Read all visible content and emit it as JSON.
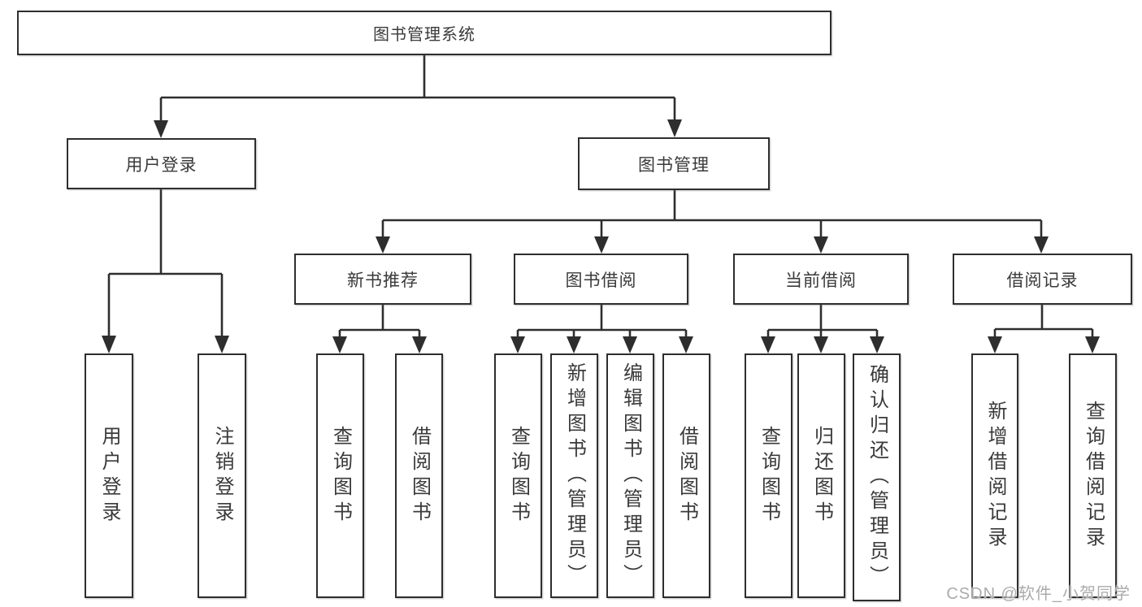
{
  "tree": {
    "label": "图书管理系统",
    "children": [
      {
        "label": "用户登录",
        "children": [
          {
            "label": "用户登录"
          },
          {
            "label": "注销登录"
          }
        ]
      },
      {
        "label": "图书管理",
        "children": [
          {
            "label": "新书推荐",
            "children": [
              {
                "label": "查询图书"
              },
              {
                "label": "借阅图书"
              }
            ]
          },
          {
            "label": "图书借阅",
            "children": [
              {
                "label": "查询图书"
              },
              {
                "label": "新增图书（管理员）"
              },
              {
                "label": "编辑图书（管理员）"
              },
              {
                "label": "借阅图书"
              }
            ]
          },
          {
            "label": "当前借阅",
            "children": [
              {
                "label": "查询图书"
              },
              {
                "label": "归还图书"
              },
              {
                "label": "确认归还（管理员）"
              }
            ]
          },
          {
            "label": "借阅记录",
            "children": [
              {
                "label": "新增借阅记录"
              },
              {
                "label": "查询借阅记录"
              }
            ]
          }
        ]
      }
    ]
  },
  "watermark": "CSDN @软件_小贺同学",
  "colors": {
    "line": "#2e2e2e",
    "text": "#3a3a3a",
    "watermark": "#ababab",
    "background": "#ffffff"
  }
}
